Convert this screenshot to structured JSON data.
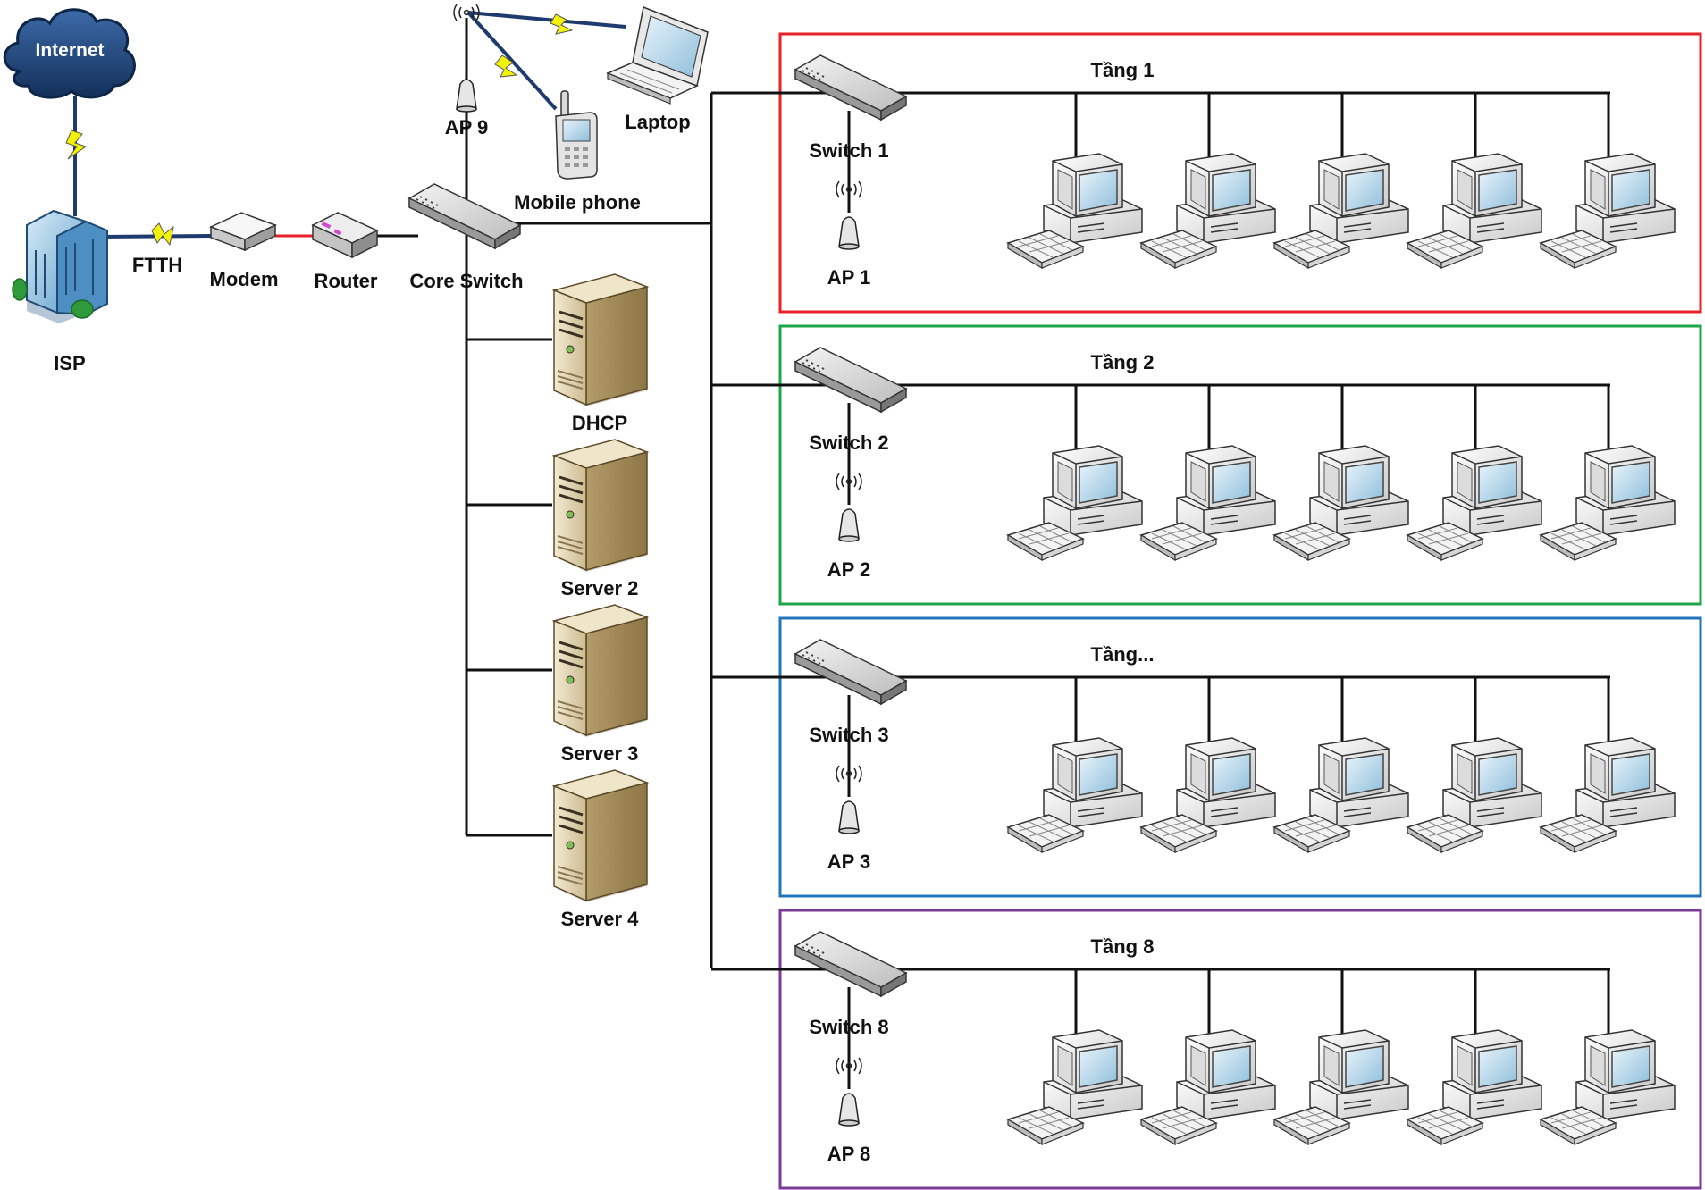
{
  "labels": {
    "internet": "Internet",
    "ftth": "FTTH",
    "isp": "ISP",
    "modem": "Modem",
    "router": "Router",
    "core_switch": "Core Switch",
    "ap9": "AP 9",
    "mobile_phone": "Mobile phone",
    "laptop": "Laptop"
  },
  "servers": [
    {
      "label": "DHCP"
    },
    {
      "label": "Server 2"
    },
    {
      "label": "Server 3"
    },
    {
      "label": "Server 4"
    }
  ],
  "floors": [
    {
      "title": "Tầng 1",
      "switch": "Switch 1",
      "ap": "AP 1",
      "border_color": "#e8202a"
    },
    {
      "title": "Tầng 2",
      "switch": "Switch 2",
      "ap": "AP 2",
      "border_color": "#1ea64a"
    },
    {
      "title": "Tầng...",
      "switch": "Switch 3",
      "ap": "AP 3",
      "border_color": "#2275b8"
    },
    {
      "title": "Tầng 8",
      "switch": "Switch 8",
      "ap": "AP 8",
      "border_color": "#7b3a96"
    }
  ],
  "pcs_per_floor": 5,
  "colors": {
    "wire": "#111111",
    "modem_router_link": "#e8202a",
    "wireless_link": "#1f3a6e",
    "lightning": "#f2f20a",
    "cloud": "#1d3f6e"
  }
}
